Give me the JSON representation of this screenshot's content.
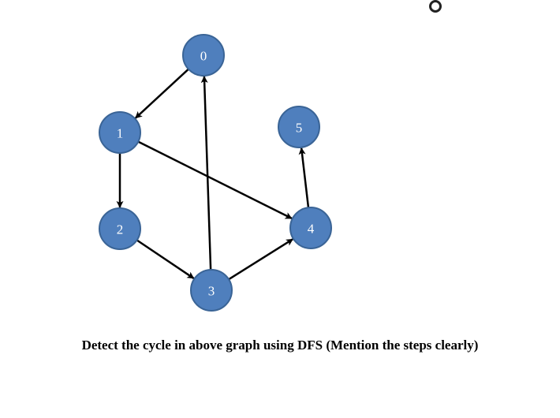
{
  "radio": {
    "icon": "radio-button-icon"
  },
  "colors": {
    "node_fill": "#4f7fbd",
    "node_stroke": "#3a6496",
    "node_label": "#ffffff",
    "edge": "#000000"
  },
  "graph": {
    "nodes": [
      {
        "id": "0",
        "label": "0"
      },
      {
        "id": "1",
        "label": "1"
      },
      {
        "id": "2",
        "label": "2"
      },
      {
        "id": "3",
        "label": "3"
      },
      {
        "id": "4",
        "label": "4"
      },
      {
        "id": "5",
        "label": "5"
      }
    ],
    "edges": [
      {
        "from": "0",
        "to": "1"
      },
      {
        "from": "1",
        "to": "2"
      },
      {
        "from": "1",
        "to": "4"
      },
      {
        "from": "2",
        "to": "3"
      },
      {
        "from": "3",
        "to": "0"
      },
      {
        "from": "3",
        "to": "4"
      },
      {
        "from": "4",
        "to": "5"
      }
    ]
  },
  "caption": "Detect the cycle in above graph using DFS (Mention the steps clearly)"
}
